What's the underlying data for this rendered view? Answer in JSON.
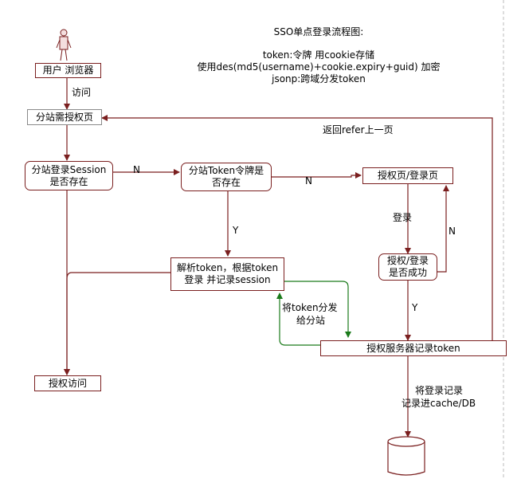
{
  "title": {
    "heading": "SSO单点登录流程图:",
    "line1": "token:令牌 用cookie存储",
    "line2": "使用des(md5(username)+cookie.expiry+guid) 加密",
    "line3": "jsonp:跨域分发token"
  },
  "nodes": {
    "user_browser": "用户 浏览器",
    "substation_auth_page": "分站需授权页",
    "session_check_1": "分站登录Session",
    "session_check_2": "是否存在",
    "token_check_1": "分站Token令牌是",
    "token_check_2": "否存在",
    "auth_login_page": "授权页/登录页",
    "parse_token_1": "解析token，根据token",
    "parse_token_2": "登录 并记录session",
    "auth_success_1": "授权/登录",
    "auth_success_2": "是否成功",
    "auth_server": "授权服务器记录token",
    "auth_access": "授权访问"
  },
  "edges": {
    "visit": "访问",
    "return_refer": "返回refer上一页",
    "n_session": "N",
    "n_token": "N",
    "y_token": "Y",
    "login": "登录",
    "n_auth": "N",
    "y_auth": "Y",
    "distribute_1": "将token分发",
    "distribute_2": "给分站",
    "record_1": "将登录记录",
    "record_2": "记录进cache/DB"
  }
}
